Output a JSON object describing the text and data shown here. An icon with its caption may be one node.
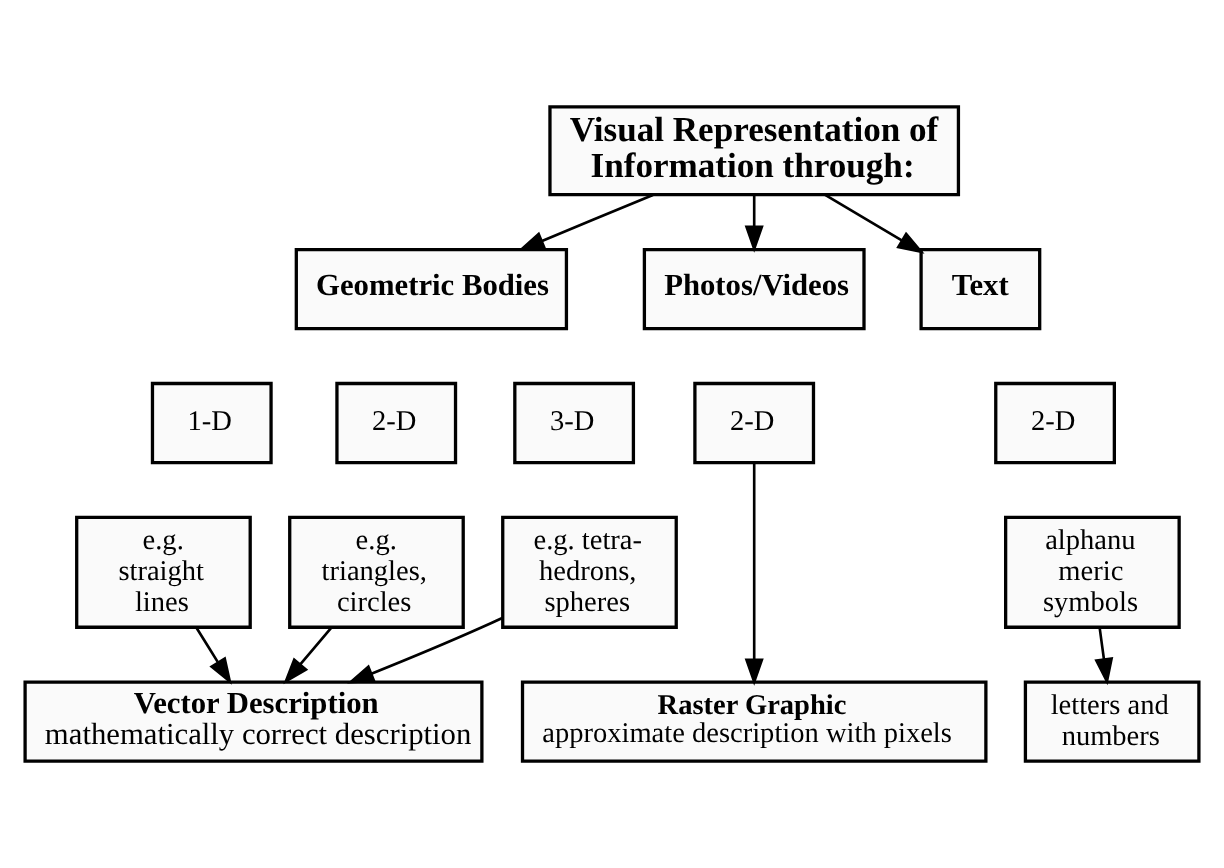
{
  "diagram": {
    "nodes": [
      {
        "text": [
          "Visual Representation of Information through:"
        ]
      },
      {
        "text": [
          "Geometric Bodies"
        ]
      },
      {
        "text": [
          "Photos/Videos"
        ]
      },
      {
        "text": [
          "Text"
        ]
      },
      {
        "text": [
          "1-D"
        ]
      },
      {
        "text": [
          "2-D"
        ]
      },
      {
        "text": [
          "3-D"
        ]
      },
      {
        "text": [
          "2-D"
        ]
      },
      {
        "text": [
          "2-D"
        ]
      },
      {
        "text": [
          "e.g. straight lines"
        ]
      },
      {
        "text": [
          "e.g. triangles, circles"
        ]
      },
      {
        "text": [
          "e.g. tetra- hedrons, spheres"
        ]
      },
      {
        "text": [
          "alphanu meric symbols"
        ]
      },
      {
        "text": [
          "Vector Description",
          "mathematically correct description"
        ]
      },
      {
        "text": [
          "Raster Graphic",
          "approximate description with pixels"
        ]
      },
      {
        "text": [
          "letters and numbers"
        ]
      }
    ],
    "edges": [
      {
        "from": 0,
        "to": 1,
        "arrow": "to"
      },
      {
        "from": 0,
        "to": 2,
        "arrow": "to"
      },
      {
        "from": 0,
        "to": 3,
        "arrow": "to"
      },
      {
        "from": 9,
        "to": 13,
        "arrow": "to"
      },
      {
        "from": 10,
        "to": 13,
        "arrow": "to"
      },
      {
        "from": 11,
        "to": 13,
        "arrow": "to"
      },
      {
        "from": 7,
        "to": 14,
        "arrow": "to"
      },
      {
        "from": 12,
        "to": 15,
        "arrow": "to"
      }
    ]
  }
}
